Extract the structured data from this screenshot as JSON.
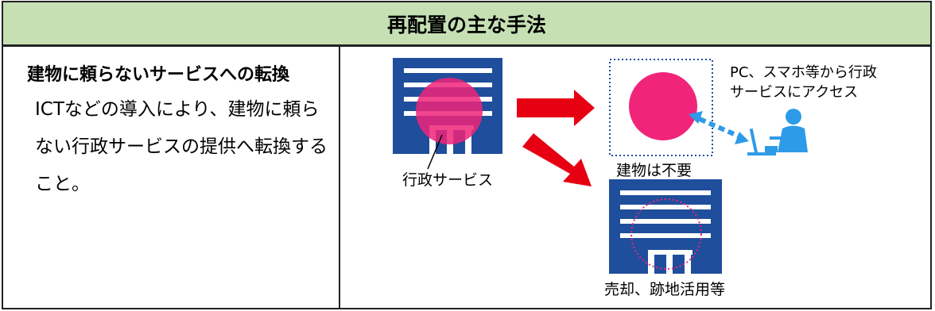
{
  "header": {
    "title": "再配置の主な手法"
  },
  "method": {
    "title": "建物に頼らないサービスへの転換",
    "description": "ICTなどの導入により、建物に頼らない行政サービスの提供へ転換すること。"
  },
  "diagram": {
    "label_service": "行政サービス",
    "label_no_building": "建物は不要",
    "label_access_line1": "PC、スマホ等から行政",
    "label_access_line2": "サービスにアクセス",
    "label_sale": "売却、跡地活用等"
  },
  "colors": {
    "header_bg": "#c6e0b4",
    "building": "#1f4e9c",
    "service_circle": "#f0257a",
    "arrow": "#e60012",
    "person": "#2e9be8",
    "dotted_border": "#1f4e9c"
  },
  "icons": [
    "building-icon",
    "service-circle-icon",
    "arrow-right-icon",
    "arrow-down-right-icon",
    "person-at-computer-icon",
    "dotted-circle-icon"
  ]
}
